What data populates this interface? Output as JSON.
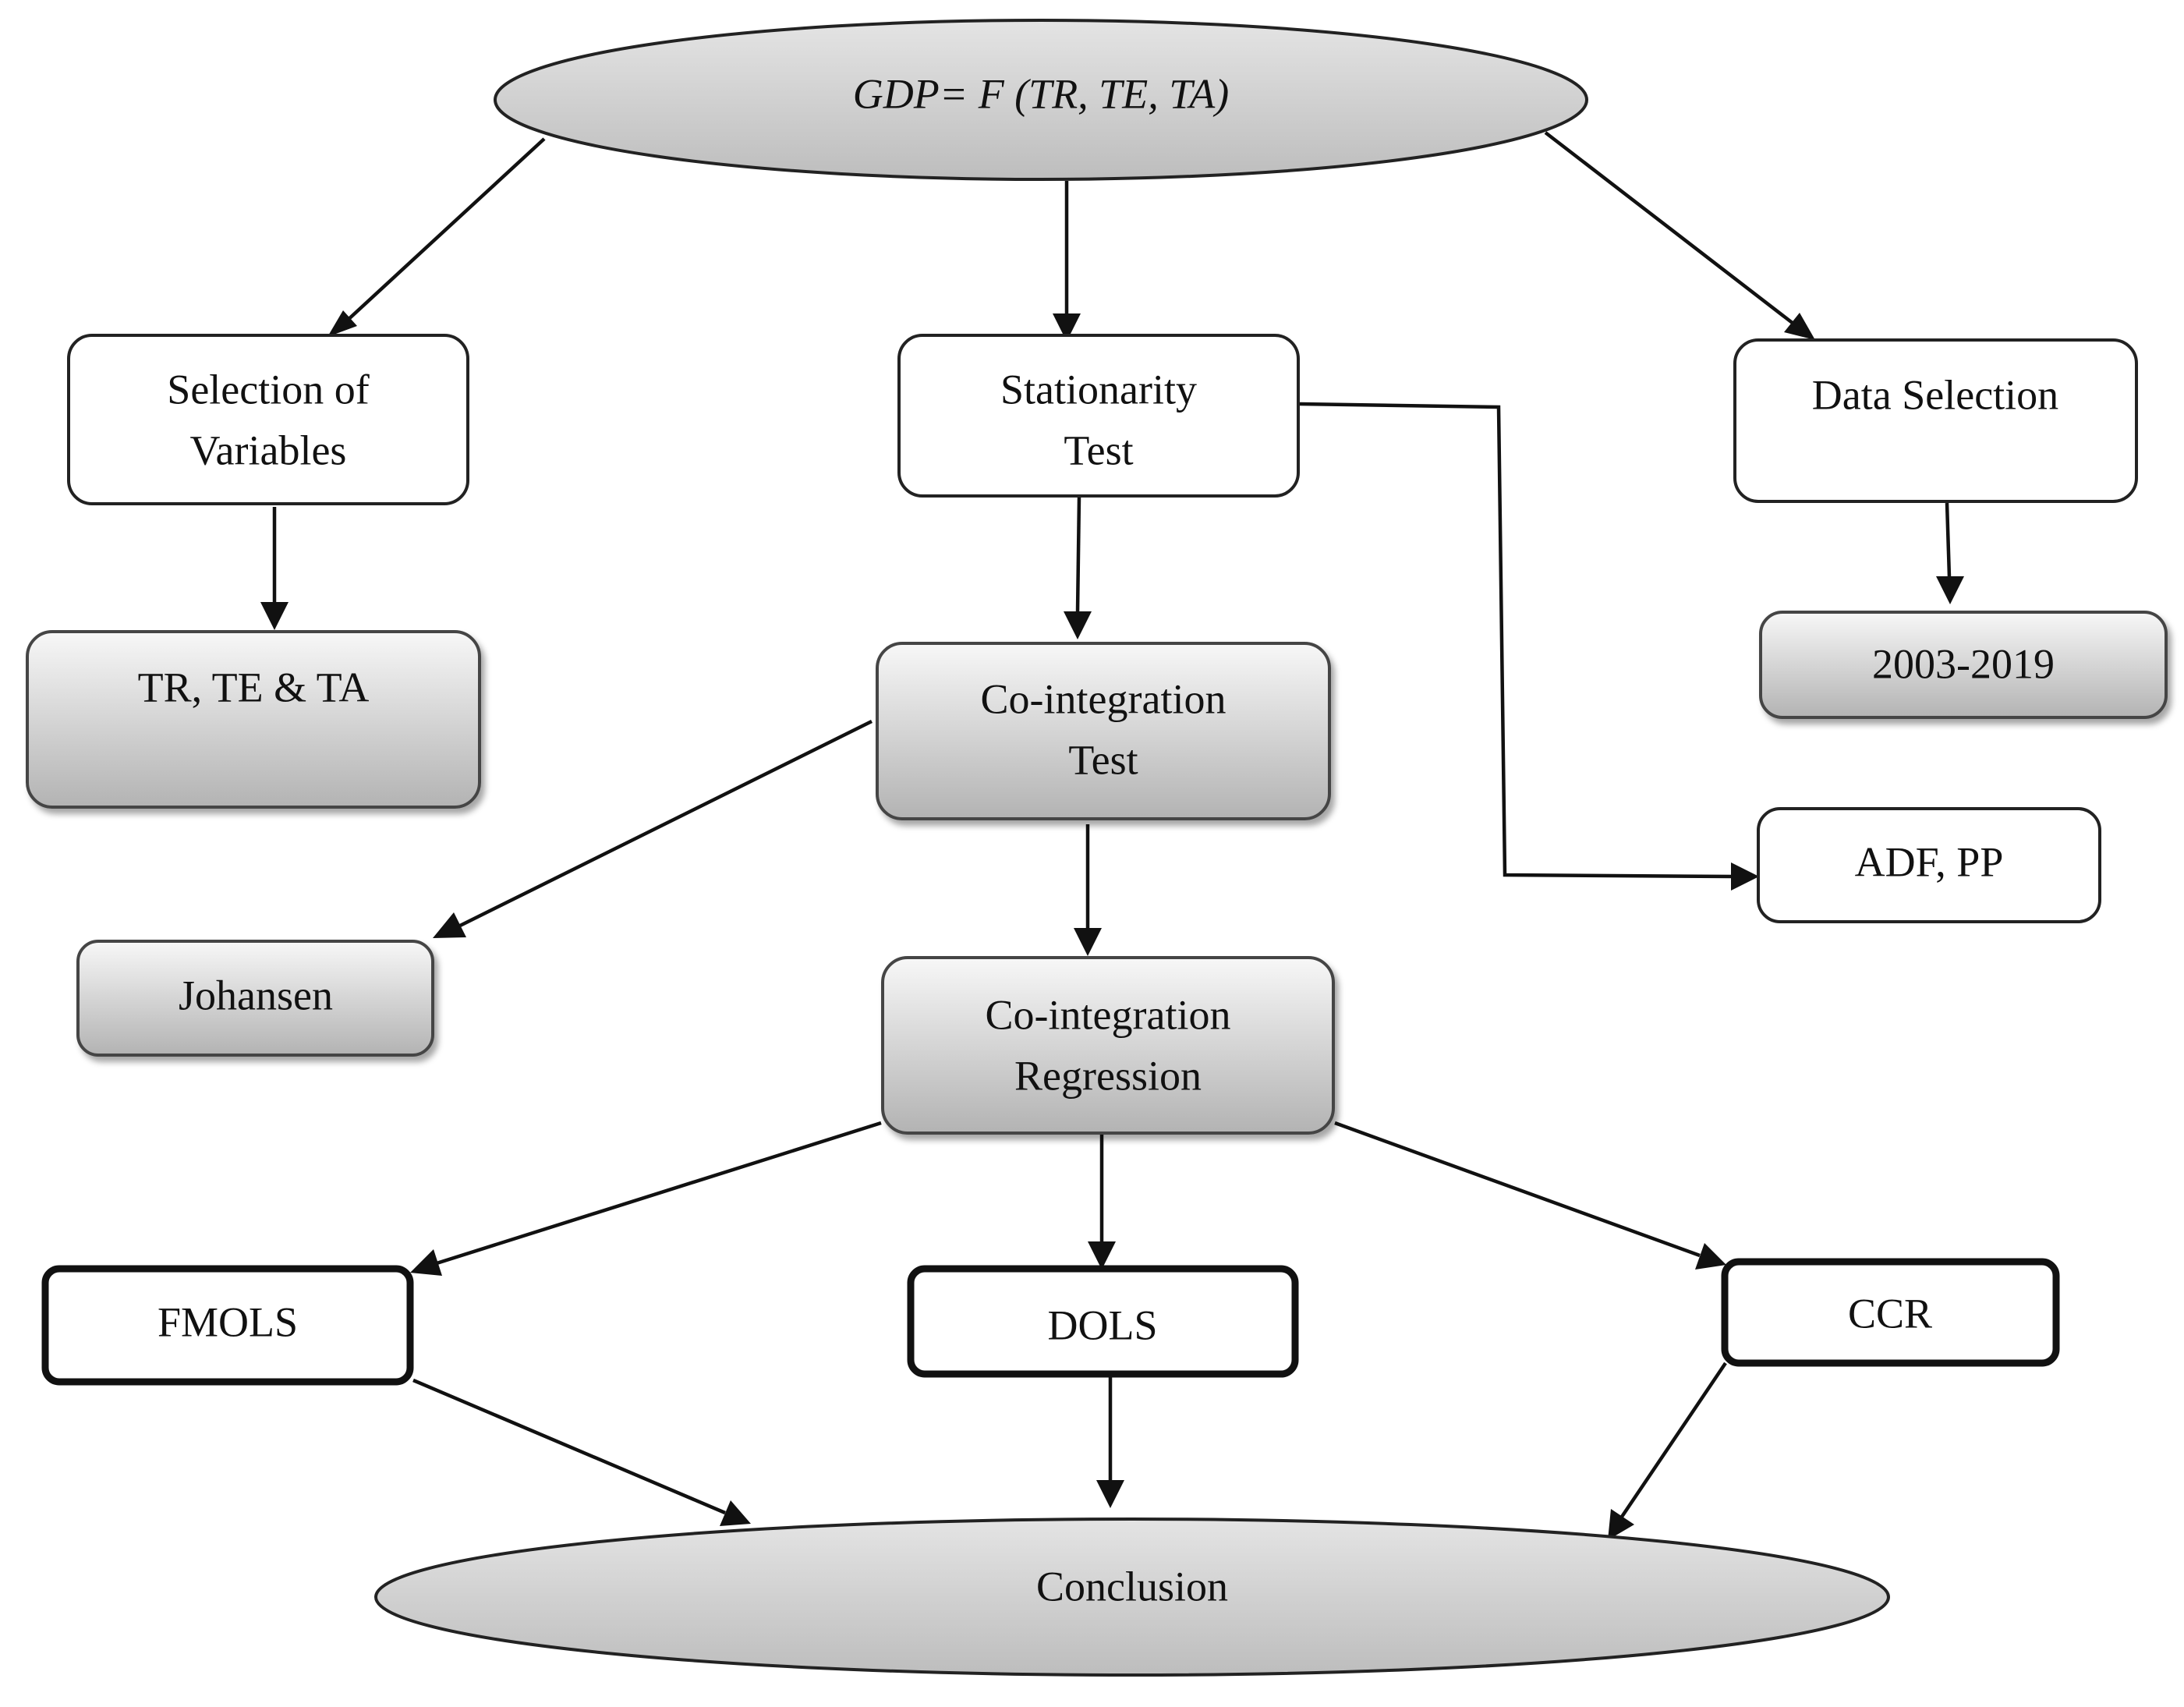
{
  "nodes": {
    "model": {
      "lines": [
        "GDP= F (TR, TE, TA)"
      ],
      "style": "ellipse"
    },
    "selection": {
      "lines": [
        "Selection of",
        "Variables"
      ],
      "style": "plain"
    },
    "stationarity": {
      "lines": [
        "Stationarity",
        "Test"
      ],
      "style": "plain"
    },
    "data": {
      "lines": [
        "Data Selection"
      ],
      "style": "plain"
    },
    "variables": {
      "lines": [
        "TR, TE & TA"
      ],
      "style": "shaded"
    },
    "coint_test": {
      "lines": [
        "Co-integration",
        "Test"
      ],
      "style": "shaded"
    },
    "years": {
      "lines": [
        "2003-2019"
      ],
      "style": "shaded"
    },
    "adf": {
      "lines": [
        "ADF, PP"
      ],
      "style": "plain"
    },
    "johansen": {
      "lines": [
        "Johansen"
      ],
      "style": "shaded"
    },
    "coint_reg": {
      "lines": [
        "Co-integration",
        "Regression"
      ],
      "style": "shaded"
    },
    "fmols": {
      "lines": [
        "FMOLS"
      ],
      "style": "bold"
    },
    "dols": {
      "lines": [
        "DOLS"
      ],
      "style": "bold"
    },
    "ccr": {
      "lines": [
        "CCR"
      ],
      "style": "bold"
    },
    "conclusion": {
      "lines": [
        "Conclusion"
      ],
      "style": "ellipse"
    }
  },
  "edges": [
    {
      "from": "model",
      "to": "selection"
    },
    {
      "from": "model",
      "to": "stationarity"
    },
    {
      "from": "model",
      "to": "data"
    },
    {
      "from": "selection",
      "to": "variables"
    },
    {
      "from": "stationarity",
      "to": "coint_test"
    },
    {
      "from": "stationarity",
      "to": "adf"
    },
    {
      "from": "data",
      "to": "years"
    },
    {
      "from": "coint_test",
      "to": "johansen"
    },
    {
      "from": "coint_test",
      "to": "coint_reg"
    },
    {
      "from": "coint_reg",
      "to": "fmols"
    },
    {
      "from": "coint_reg",
      "to": "dols"
    },
    {
      "from": "coint_reg",
      "to": "ccr"
    },
    {
      "from": "fmols",
      "to": "conclusion"
    },
    {
      "from": "dols",
      "to": "conclusion"
    },
    {
      "from": "ccr",
      "to": "conclusion"
    }
  ]
}
